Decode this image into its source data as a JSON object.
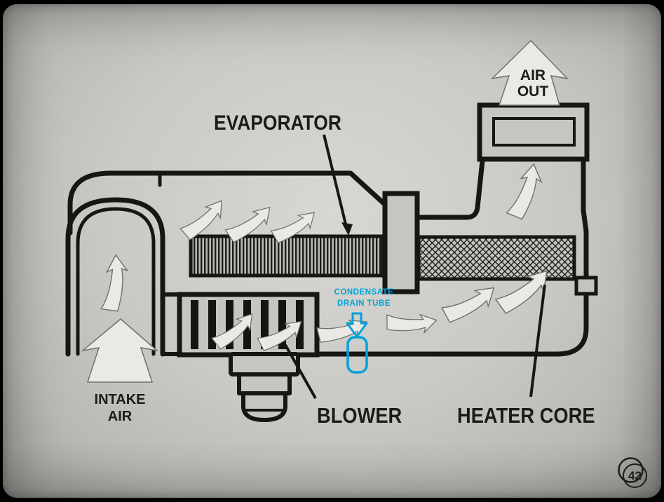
{
  "slide": {
    "page_number": "42",
    "colors": {
      "background": "#c9c8c4",
      "line": "#161614",
      "arrow_fill": "#eae9e5",
      "annotation": "#00a2da"
    }
  },
  "labels": {
    "evaporator": "EVAPORATOR",
    "air_out": {
      "line1": "AIR",
      "line2": "OUT"
    },
    "intake_air": {
      "line1": "INTAKE",
      "line2": "AIR"
    },
    "blower": "BLOWER",
    "heater_core": "HEATER CORE"
  },
  "annotation": {
    "line1": "CONDENSATE",
    "line2": "DRAIN TUBE"
  }
}
